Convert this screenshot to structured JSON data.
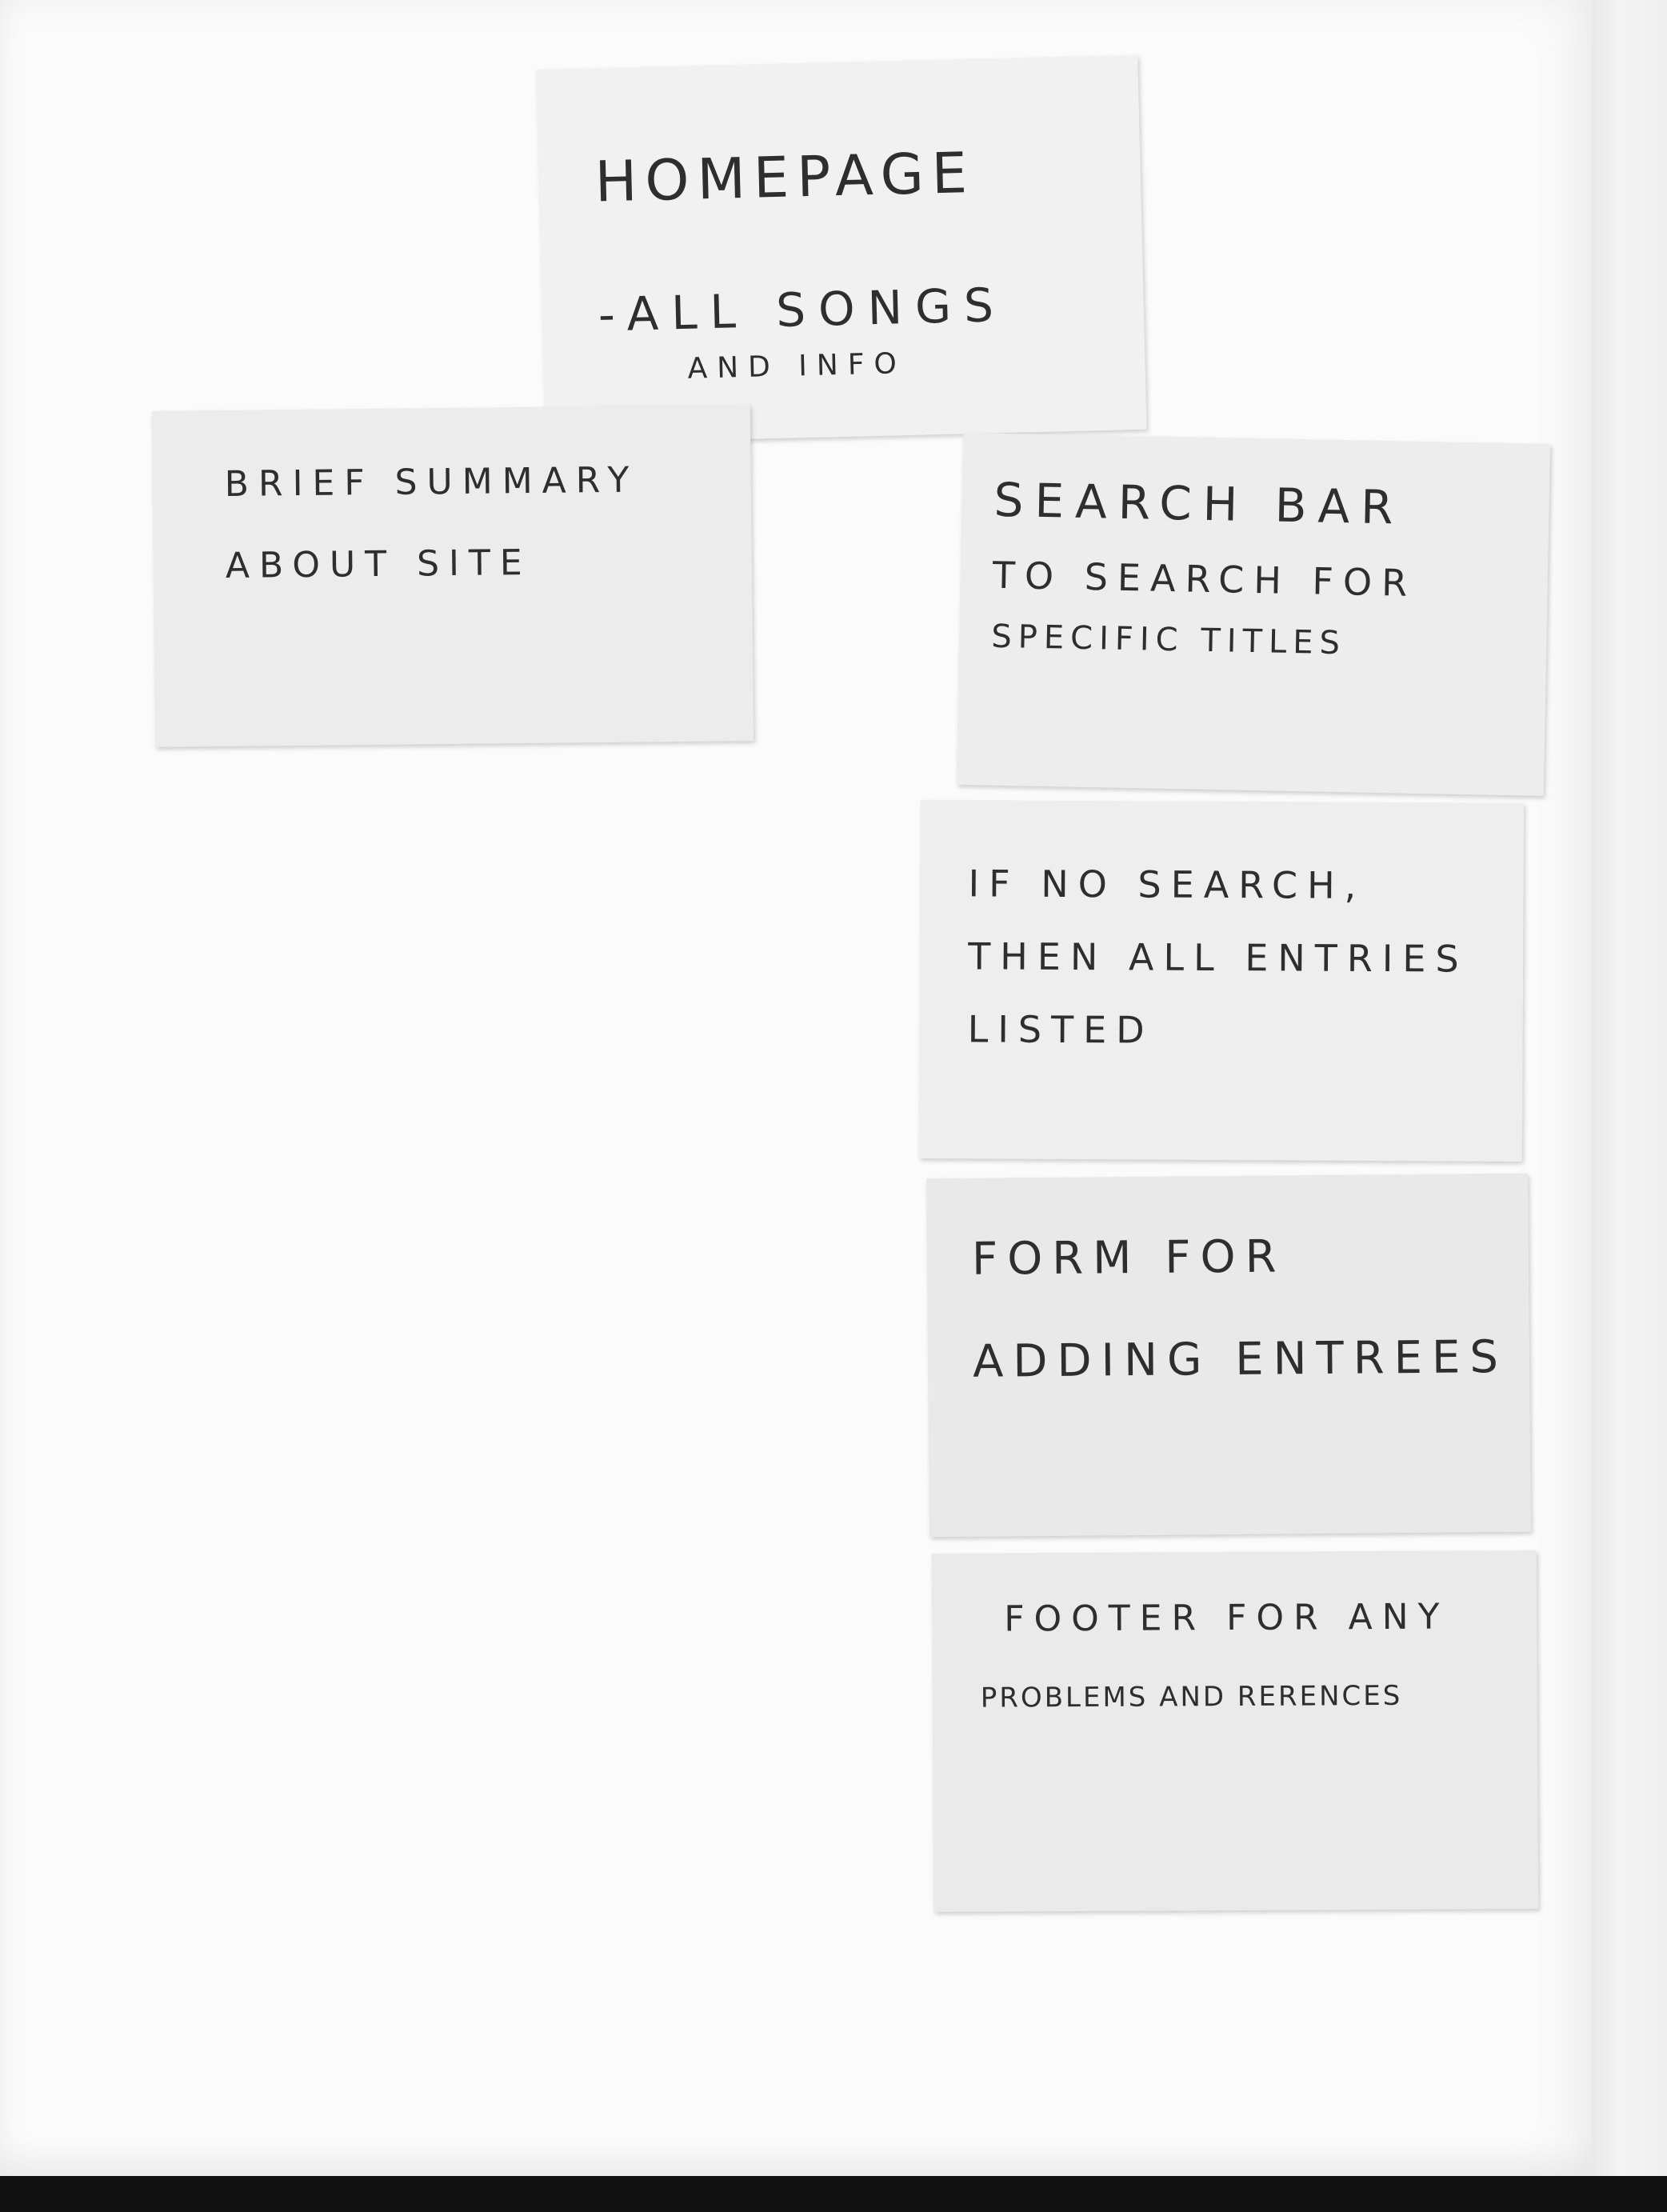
{
  "cards": [
    {
      "id": "homepage",
      "lines": [
        "Homepage",
        "-All songs",
        "and info"
      ]
    },
    {
      "id": "summary",
      "lines": [
        "Brief summary",
        "about site"
      ]
    },
    {
      "id": "search",
      "lines": [
        "Search bar",
        "to search for",
        "specific titles"
      ]
    },
    {
      "id": "nosearch",
      "lines": [
        "If no search,",
        "then all entries",
        "listed"
      ]
    },
    {
      "id": "form",
      "lines": [
        "Form for",
        "adding entrees"
      ]
    },
    {
      "id": "footer",
      "lines": [
        "Footer for any",
        "problems and rerences"
      ]
    }
  ]
}
